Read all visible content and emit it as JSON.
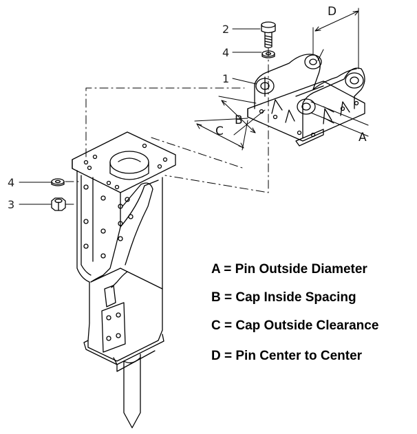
{
  "callouts": {
    "bolt": "2",
    "washer_top": "4",
    "bracket": "1",
    "washer_left": "4",
    "nut": "3"
  },
  "dimensions": {
    "a": "A",
    "b": "B",
    "c": "C",
    "d": "D"
  },
  "legend": [
    "A = Pin Outside Diameter",
    "B = Cap Inside Spacing",
    "C = Cap Outside Clearance",
    "D = Pin Center to Center"
  ]
}
